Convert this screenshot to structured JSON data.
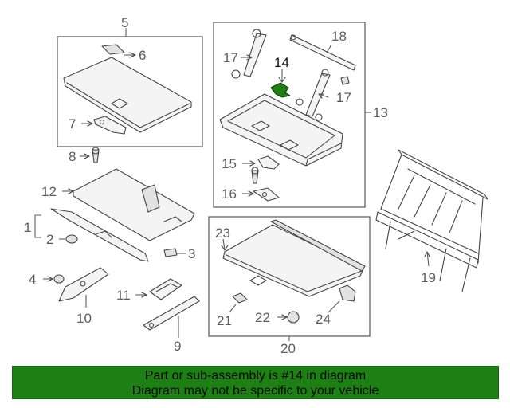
{
  "diagram": {
    "highlight_part": "14",
    "highlight_color": "#1e7f14",
    "callouts": [
      {
        "id": "c1",
        "label": "1"
      },
      {
        "id": "c2",
        "label": "2"
      },
      {
        "id": "c3",
        "label": "3"
      },
      {
        "id": "c4",
        "label": "4"
      },
      {
        "id": "c5",
        "label": "5"
      },
      {
        "id": "c6",
        "label": "6"
      },
      {
        "id": "c7",
        "label": "7"
      },
      {
        "id": "c8",
        "label": "8"
      },
      {
        "id": "c9",
        "label": "9"
      },
      {
        "id": "c10",
        "label": "10"
      },
      {
        "id": "c11",
        "label": "11"
      },
      {
        "id": "c12",
        "label": "12"
      },
      {
        "id": "c13",
        "label": "13"
      },
      {
        "id": "c14",
        "label": "14"
      },
      {
        "id": "c15",
        "label": "15"
      },
      {
        "id": "c16",
        "label": "16"
      },
      {
        "id": "c17a",
        "label": "17"
      },
      {
        "id": "c17b",
        "label": "17"
      },
      {
        "id": "c18",
        "label": "18"
      },
      {
        "id": "c19",
        "label": "19"
      },
      {
        "id": "c20",
        "label": "20"
      },
      {
        "id": "c21",
        "label": "21"
      },
      {
        "id": "c22",
        "label": "22"
      },
      {
        "id": "c23",
        "label": "23"
      },
      {
        "id": "c24",
        "label": "24"
      }
    ]
  },
  "banner": {
    "line1": "Part or sub-assembly is #14 in diagram",
    "line2": "Diagram may not be specific to your vehicle",
    "background_color": "#1e7f14"
  }
}
